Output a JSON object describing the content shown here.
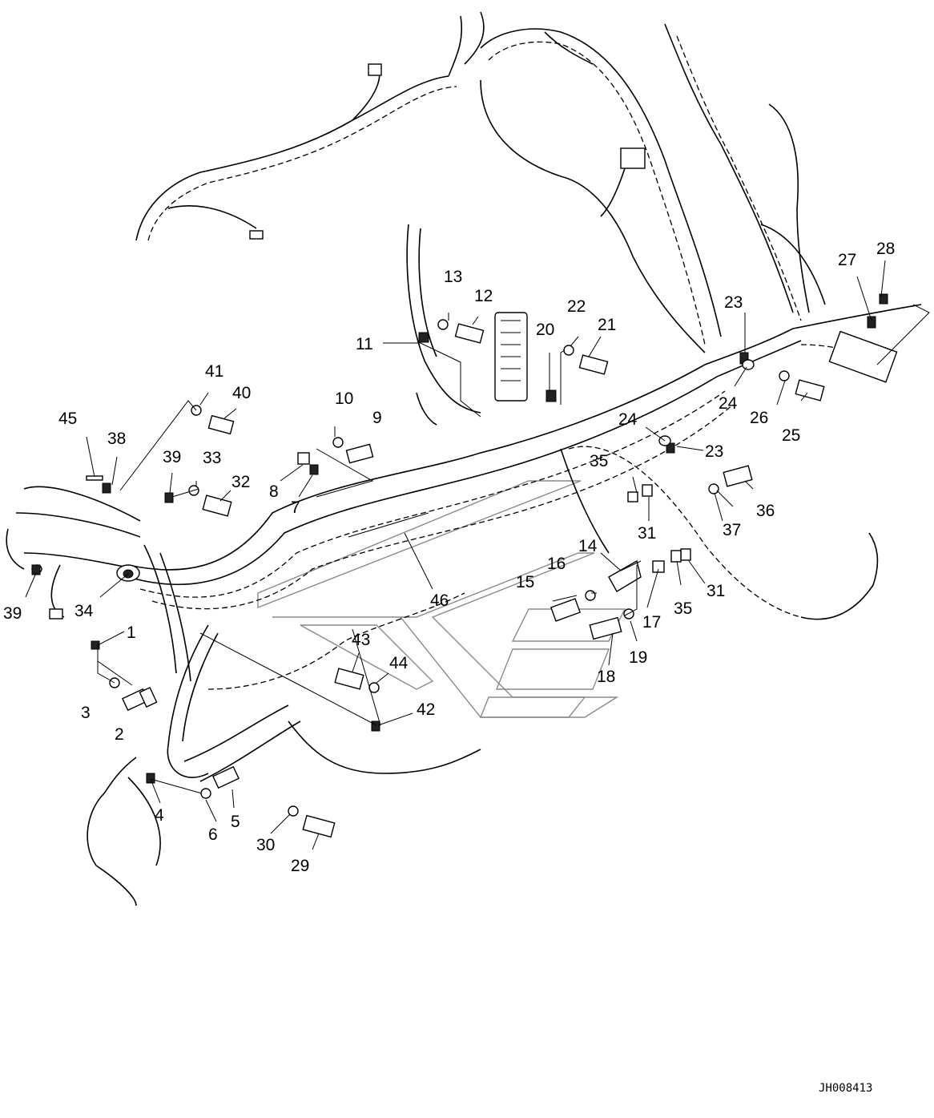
{
  "diagram": {
    "reference_code": "JH008413",
    "callouts": [
      "1",
      "2",
      "3",
      "4",
      "5",
      "6",
      "7",
      "8",
      "9",
      "10",
      "11",
      "12",
      "13",
      "14",
      "15",
      "16",
      "17",
      "18",
      "19",
      "20",
      "21",
      "22",
      "23",
      "24",
      "25",
      "26",
      "27",
      "28",
      "29",
      "30",
      "31",
      "32",
      "33",
      "34",
      "35",
      "36",
      "37",
      "38",
      "39",
      "40",
      "41",
      "42",
      "43",
      "44",
      "45",
      "46"
    ],
    "duplicate_callouts": {
      "23": 2,
      "24": 2,
      "31": 2,
      "35": 2,
      "39": 2
    }
  }
}
